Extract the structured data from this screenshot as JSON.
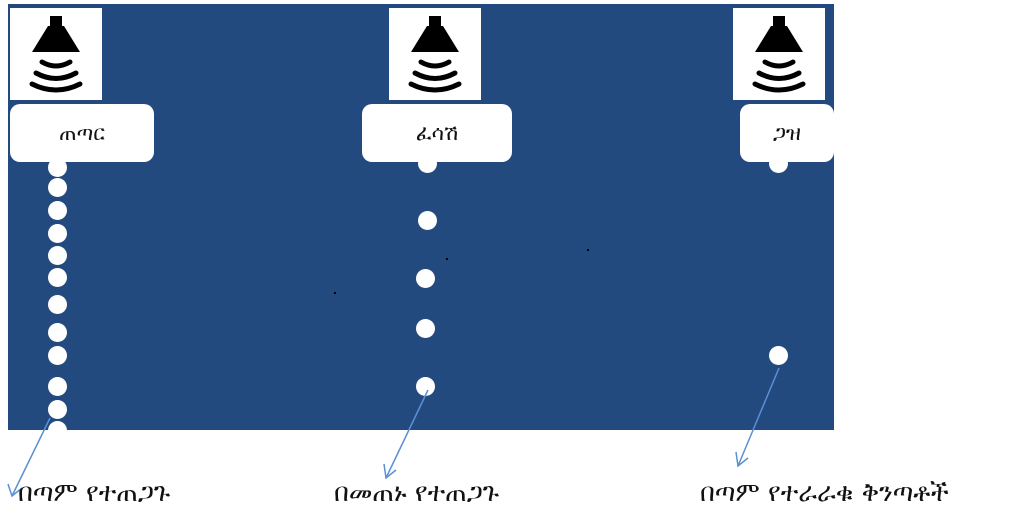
{
  "columns": [
    {
      "label": "ጠጣር",
      "caption": "በጣም የተጠጋጉ",
      "icon": "speaker-icon"
    },
    {
      "label": "ፈሳሽ",
      "caption": "በመጠኑ የተጠጋጉ",
      "icon": "speaker-icon"
    },
    {
      "label": "ጋዝ",
      "caption": "በጣም የተራራቁ ቅንጣቶች",
      "icon": "speaker-icon"
    }
  ],
  "colors": {
    "panel": "#234a7f",
    "particle": "#ffffff",
    "arrow": "#5b8fd6"
  }
}
